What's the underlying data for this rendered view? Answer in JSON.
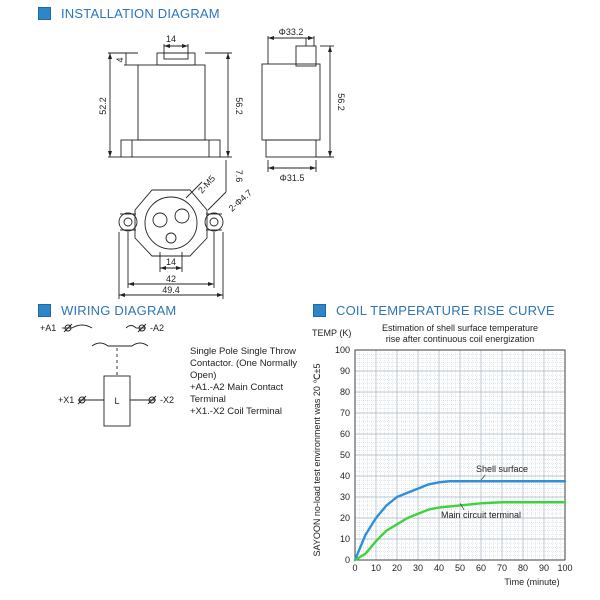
{
  "sections": {
    "installation": "INSTALLATION DIAGRAM",
    "wiring": "WIRING DIAGRAM",
    "coil": "COIL TEMPERATURE RISE CURVE"
  },
  "colors": {
    "accent": "#2e86c8",
    "heading": "#2e74b8",
    "shell_curve": "#2f8fdb",
    "terminal_curve": "#3fd23f",
    "grid": "#9fb4c4"
  },
  "installation": {
    "dims": {
      "d14": "14",
      "phi332": "Φ33.2",
      "d4": "4",
      "d522": "52.2",
      "d562_front": "56.2",
      "d562_side": "56.2",
      "phi315": "Φ31.5",
      "m5": "2-M5",
      "d76": "7.6",
      "phi47": "2-Φ4.7",
      "d14_bottom": "14",
      "d42": "42",
      "d494": "49.4"
    }
  },
  "wiring": {
    "a1": "+A1",
    "a2": "-A2",
    "x1": "+X1",
    "x2": "-X2",
    "coil": "L",
    "notes": [
      "Single Pole Single Throw",
      "Contactor. (One Normally",
      "Open)",
      "+A1.-A2  Main Contact",
      "Terminal",
      "+X1.-X2 Coil Terminal"
    ]
  },
  "chart_data": {
    "type": "line",
    "title": "Estimation of shell surface temperature rise after continuous coil energization",
    "title_lines": [
      "Estimation of shell surface temperature",
      "rise after continuous coil energization"
    ],
    "ylabel": "TEMP (K)",
    "xlabel": "Time (minute)",
    "side_note": "SAYOON no-load test environment was 20 ℃±5",
    "xlim": [
      0,
      100
    ],
    "ylim": [
      0,
      100
    ],
    "x_ticks": [
      "0",
      "10",
      "20",
      "30",
      "40",
      "50",
      "60",
      "70",
      "80",
      "90",
      "100"
    ],
    "y_ticks": [
      "0",
      "10",
      "20",
      "30",
      "40",
      "50",
      "60",
      "70",
      "80",
      "90",
      "100"
    ],
    "x_tick_values": [
      0,
      10,
      20,
      30,
      40,
      50,
      60,
      70,
      80,
      90,
      100
    ],
    "y_tick_values": [
      0,
      10,
      20,
      30,
      40,
      50,
      60,
      70,
      80,
      90,
      100
    ],
    "grid": true,
    "series": [
      {
        "name": "Shell surface",
        "color": "#2f8fdb",
        "x": [
          0,
          5,
          10,
          15,
          20,
          25,
          30,
          35,
          40,
          45,
          50,
          60,
          70,
          80,
          90,
          100
        ],
        "y": [
          0,
          12,
          20,
          26,
          30,
          32,
          34,
          36,
          37,
          37.5,
          37.5,
          37.5,
          37.5,
          37.5,
          37.5,
          37.5
        ]
      },
      {
        "name": "Main circuit terminal",
        "color": "#3fd23f",
        "x": [
          0,
          5,
          10,
          15,
          20,
          25,
          30,
          35,
          40,
          50,
          60,
          70,
          80,
          90,
          100
        ],
        "y": [
          0,
          3,
          9,
          14,
          17,
          20,
          22,
          24,
          25,
          26,
          27,
          27.5,
          27.5,
          27.5,
          27.5
        ]
      }
    ]
  }
}
